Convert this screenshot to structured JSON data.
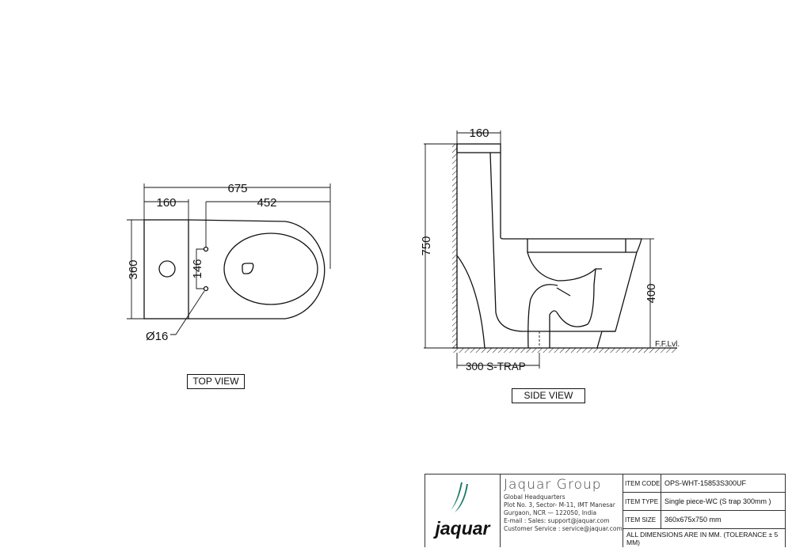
{
  "top_view": {
    "title": "TOP VIEW",
    "dims": {
      "overall_length": "675",
      "tank_depth": "160",
      "bowl_length": "452",
      "width": "360",
      "bolt_spacing": "146",
      "bolt_dia": "Ø16"
    }
  },
  "side_view": {
    "title": "SIDE VIEW",
    "dims": {
      "tank_depth": "160",
      "height": "750",
      "seat_height": "400",
      "trap": "300 S-TRAP",
      "floor": "F.F.Lvl."
    }
  },
  "title_block": {
    "brand_logo": "jaquar",
    "company": "Jaquar Group",
    "address": [
      "Global Headquarters",
      "Plot No. 3, Sector- M-11, IMT Manesar",
      "Gurgaon, NCR — 122050, India",
      "E-mail : Sales: support@jaquar.com",
      "Customer Service : service@jaquar.com"
    ],
    "item_code_label": "ITEM CODE",
    "item_code": "OPS-WHT-15853S300UF",
    "item_type_label": "ITEM TYPE",
    "item_type": "Single piece-WC (S trap 300mm )",
    "item_size_label": "ITEM SIZE",
    "item_size": "360x675x750 mm",
    "note": "ALL DIMENSIONS ARE IN MM. (TOLERANCE ± 5 MM)",
    "brand_color": "#1a7a6a"
  }
}
